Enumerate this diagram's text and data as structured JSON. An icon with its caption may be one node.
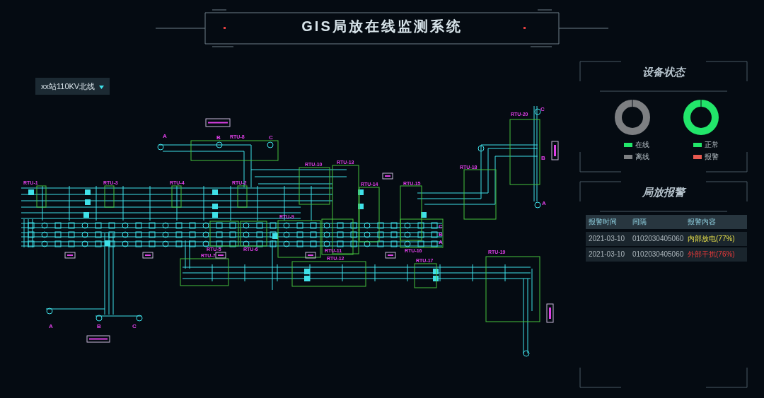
{
  "diagram": {
    "title": "GIS局放在线监测系统",
    "nodes": [
      {
        "text": [
          "设备状态"
        ]
      },
      {
        "text": [
          "局放报警"
        ]
      }
    ],
    "labels": [
      "xx站110KV北线",
      "RTU-8",
      "RTU-20",
      "RTU-1",
      "RTU-3",
      "RTU-4",
      "RTU-2",
      "RTU-10",
      "RTU-13",
      "RTU-14",
      "RTU-15",
      "RTU-18",
      "RTU-9",
      "RTU-5",
      "RTU-6",
      "RTU-11",
      "RTU-16",
      "RTU-7",
      "RTU-12",
      "RTU-17",
      "RTU-19",
      "A",
      "B",
      "C",
      "C",
      "B",
      "A",
      "C",
      "B",
      "A",
      "A",
      "B",
      "C",
      "报警时间",
      "间隔",
      "报警内容",
      "2021-03-10",
      "0102030405060",
      "内部放电(77%)",
      "2021-03-10",
      "0102030405060",
      "外部干扰(76%)"
    ],
    "legend": [
      {
        "text": "在线",
        "color": "#22e66a"
      },
      {
        "text": "离线",
        "color": "#7d7f82"
      },
      {
        "text": "正常",
        "color": "#22e66a"
      },
      {
        "text": "报警",
        "color": "#e85a50"
      }
    ]
  }
}
